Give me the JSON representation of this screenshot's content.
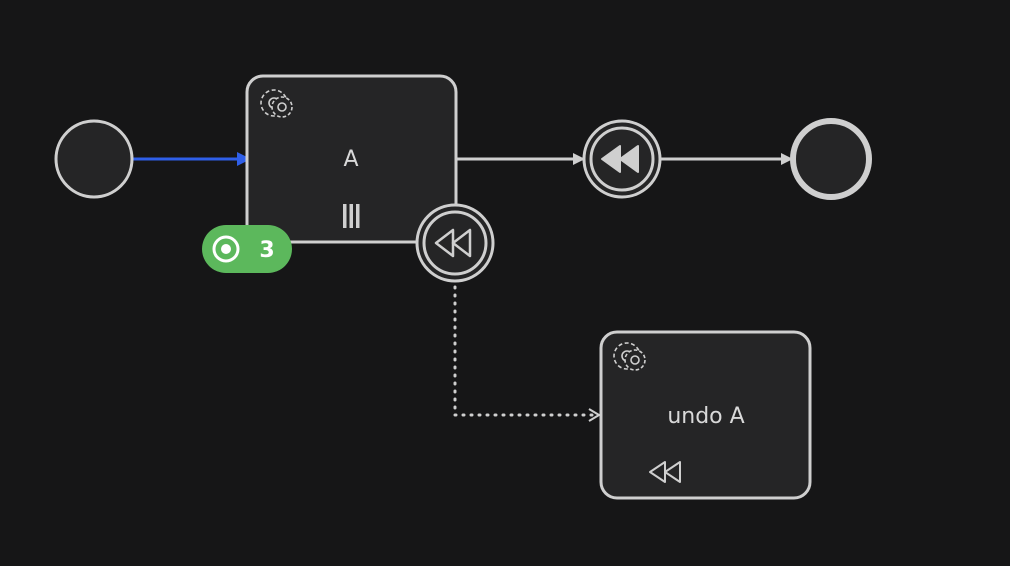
{
  "diagram": {
    "background_color": "#161617",
    "stroke_color": "#cfcfcf",
    "node_fill": "#252526",
    "active_flow_color": "#2f5fe8",
    "badge_color": "#5cb85c",
    "nodes": {
      "start_event": {
        "type": "start-event"
      },
      "task_a": {
        "label": "A",
        "type": "service-task",
        "marker": "parallel-multi-instance"
      },
      "boundary_compensation": {
        "type": "compensation-boundary-event"
      },
      "throw_compensation": {
        "type": "intermediate-compensation-throw-event"
      },
      "end_event": {
        "type": "end-event"
      },
      "undo_task": {
        "label": "undo A",
        "type": "service-task",
        "marker": "compensation"
      }
    },
    "badge": {
      "count": "3",
      "icon": "token-icon"
    }
  }
}
